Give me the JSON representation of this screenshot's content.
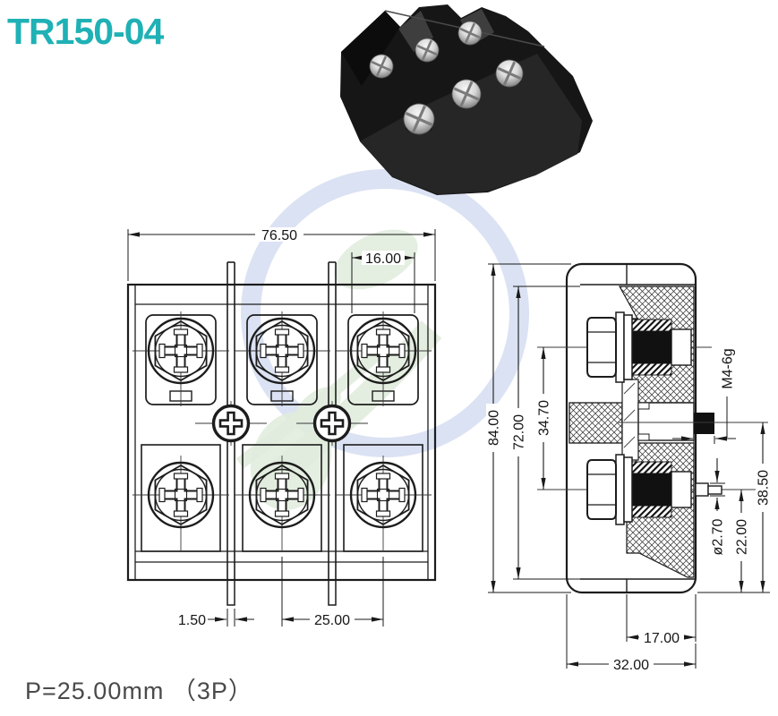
{
  "title": {
    "text": "TR150-04"
  },
  "footer": {
    "text": "P=25.00mm （3P）"
  },
  "colors": {
    "title_teal": "#1fb1b5",
    "drawing_line": "#1c1c1c",
    "watermark_ring": "#cfd8ef",
    "watermark_leaf": "#d7e6d2",
    "footer_text": "#4a4a4a"
  },
  "photo": {
    "description": "black 3-pole barrier terminal block with phillips screws"
  },
  "front_view": {
    "dims": {
      "total_width": "76.50",
      "pole_opening": "16.00",
      "pin_thickness": "1.50",
      "pitch": "25.00"
    }
  },
  "side_view": {
    "dims": {
      "total_height": "84.00",
      "body_height": "72.00",
      "screw_spacing": "34.70",
      "stud_thread": "M4-6g",
      "pin_diameter": "ø2.70",
      "pin_height": "22.00",
      "stud_height": "38.50",
      "inner_depth": "17.00",
      "total_depth": "32.00"
    }
  }
}
